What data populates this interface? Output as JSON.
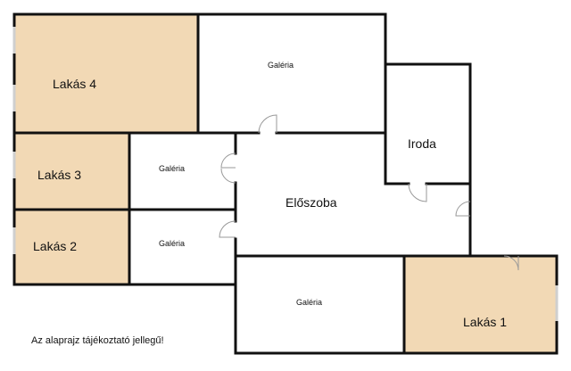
{
  "colors": {
    "apartment_fill": "#f2d9b5",
    "wall": "#111111",
    "door": "#999999",
    "window": "#cfcfcf"
  },
  "rooms": {
    "lakas4": "Lakás 4",
    "lakas3": "Lakás 3",
    "lakas2": "Lakás 2",
    "lakas1": "Lakás 1",
    "galeria_top": "Galéria",
    "galeria_mid_upper": "Galéria",
    "galeria_mid_lower": "Galéria",
    "galeria_bottom": "Galéria",
    "iroda": "Iroda",
    "eloszoba": "Előszoba"
  },
  "note": "Az alaprajz tájékoztató jellegű!"
}
